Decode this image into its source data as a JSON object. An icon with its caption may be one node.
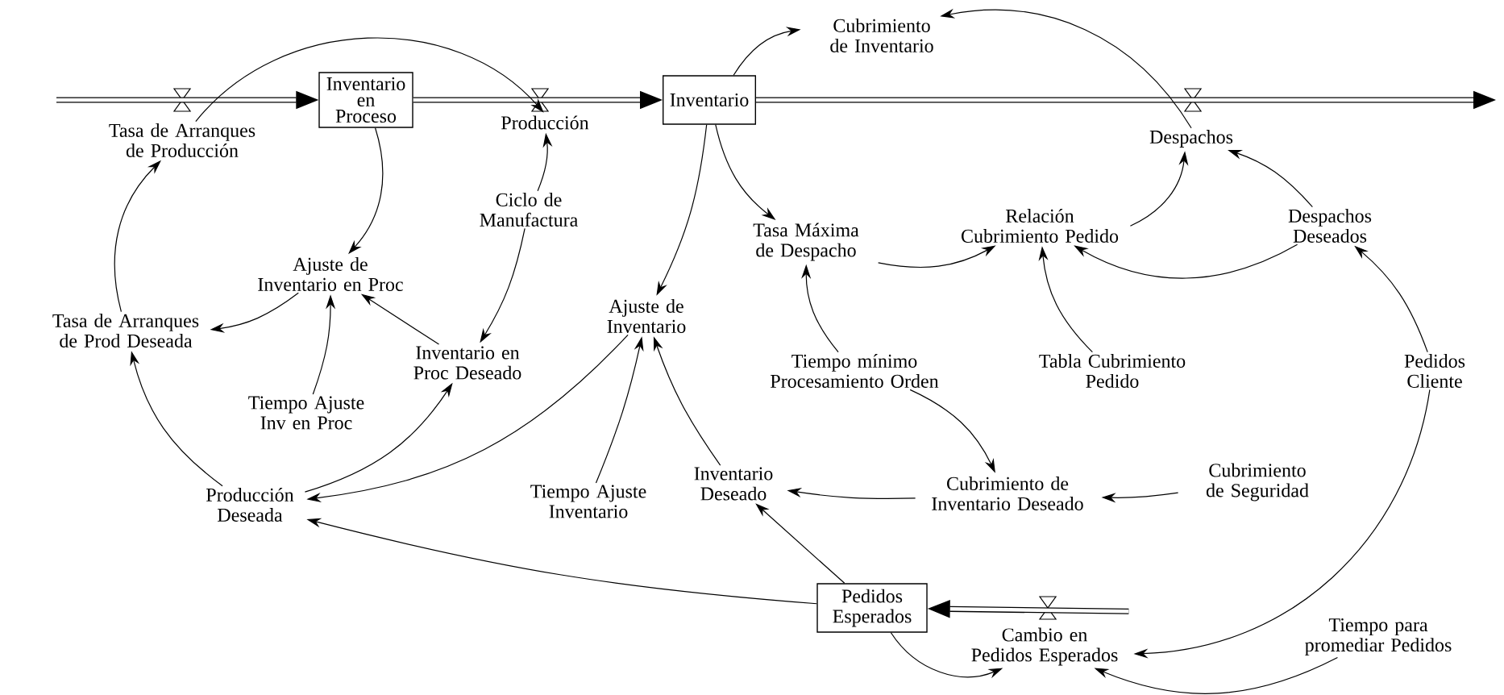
{
  "diagram": {
    "nodes": [
      {
        "text": [
          "Tasa de Arranques de Producción"
        ]
      },
      {
        "text": [
          "Inventario en Proceso"
        ]
      },
      {
        "text": [
          "Producción"
        ]
      },
      {
        "text": [
          "Inventario"
        ]
      },
      {
        "text": [
          "Cubrimiento de Inventario"
        ]
      },
      {
        "text": [
          "Despachos"
        ]
      },
      {
        "text": [
          "Ciclo de Manufactura"
        ]
      },
      {
        "text": [
          "Ajuste de Inventario en Proc"
        ]
      },
      {
        "text": [
          "Tasa Máxima de Despacho"
        ]
      },
      {
        "text": [
          "Relación Cubrimiento Pedido"
        ]
      },
      {
        "text": [
          "Despachos Deseados"
        ]
      },
      {
        "text": [
          "Tasa de Arranques de Prod Deseada"
        ]
      },
      {
        "text": [
          "Inventario en Proc Deseado"
        ]
      },
      {
        "text": [
          "Ajuste de Inventario"
        ]
      },
      {
        "text": [
          "Tiempo mínimo Procesamiento Orden"
        ]
      },
      {
        "text": [
          "Tabla Cubrimiento Pedido"
        ]
      },
      {
        "text": [
          "Pedidos Cliente"
        ]
      },
      {
        "text": [
          "Tiempo Ajuste Inv en Proc"
        ]
      },
      {
        "text": [
          "Producción Deseada"
        ]
      },
      {
        "text": [
          "Tiempo Ajuste Inventario"
        ]
      },
      {
        "text": [
          "Inventario Deseado"
        ]
      },
      {
        "text": [
          "Cubrimiento de Inventario Deseado"
        ]
      },
      {
        "text": [
          "Cubrimiento de Seguridad"
        ]
      },
      {
        "text": [
          "Pedidos Esperados"
        ]
      },
      {
        "text": [
          "Cambio en Pedidos Esperados"
        ]
      },
      {
        "text": [
          "Tiempo para promediar Pedidos"
        ]
      }
    ],
    "edges": [
      {
        "from": null,
        "to": 1,
        "arrow": "to",
        "style": "thick"
      },
      {
        "from": 1,
        "to": 3,
        "arrow": "to",
        "style": "thick"
      },
      {
        "from": 3,
        "to": null,
        "arrow": "to",
        "style": "thick"
      },
      {
        "from": 24,
        "to": 23,
        "arrow": "to",
        "style": "thick"
      },
      {
        "from": 0,
        "to": 2,
        "arrow": "to"
      },
      {
        "from": 1,
        "to": 7,
        "arrow": "to"
      },
      {
        "from": 6,
        "to": 2,
        "arrow": "to"
      },
      {
        "from": 6,
        "to": 12,
        "arrow": "to"
      },
      {
        "from": 12,
        "to": 7,
        "arrow": "to"
      },
      {
        "from": 17,
        "to": 7,
        "arrow": "to"
      },
      {
        "from": 7,
        "to": 11,
        "arrow": "to"
      },
      {
        "from": 11,
        "to": 0,
        "arrow": "to"
      },
      {
        "from": 18,
        "to": 11,
        "arrow": "to"
      },
      {
        "from": 18,
        "to": 12,
        "arrow": "to"
      },
      {
        "from": 13,
        "to": 18,
        "arrow": "to"
      },
      {
        "from": 3,
        "to": 13,
        "arrow": "to"
      },
      {
        "from": 3,
        "to": 8,
        "arrow": "to"
      },
      {
        "from": 3,
        "to": 4,
        "arrow": "to"
      },
      {
        "from": 5,
        "to": 4,
        "arrow": "to"
      },
      {
        "from": 8,
        "to": 9,
        "arrow": "to"
      },
      {
        "from": 14,
        "to": 8,
        "arrow": "to"
      },
      {
        "from": 15,
        "to": 9,
        "arrow": "to"
      },
      {
        "from": 9,
        "to": 5,
        "arrow": "to"
      },
      {
        "from": 10,
        "to": 5,
        "arrow": "to"
      },
      {
        "from": 10,
        "to": 9,
        "arrow": "to"
      },
      {
        "from": 16,
        "to": 10,
        "arrow": "to"
      },
      {
        "from": 16,
        "to": 24,
        "arrow": "to"
      },
      {
        "from": 14,
        "to": 21,
        "arrow": "to"
      },
      {
        "from": 22,
        "to": 21,
        "arrow": "to"
      },
      {
        "from": 21,
        "to": 20,
        "arrow": "to"
      },
      {
        "from": 23,
        "to": 20,
        "arrow": "to"
      },
      {
        "from": 20,
        "to": 13,
        "arrow": "to"
      },
      {
        "from": 19,
        "to": 13,
        "arrow": "to"
      },
      {
        "from": 23,
        "to": 18,
        "arrow": "to"
      },
      {
        "from": 23,
        "to": 24,
        "arrow": "to"
      },
      {
        "from": 25,
        "to": 24,
        "arrow": "to"
      }
    ]
  }
}
